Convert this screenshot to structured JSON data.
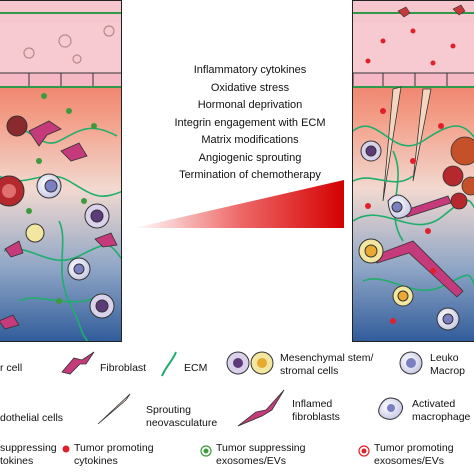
{
  "middle": {
    "factors": [
      "Inflammatory cytokines",
      "Oxidative stress",
      "Hormonal deprivation",
      "Integrin engagement with ECM",
      "Matrix modifications",
      "Angiogenic sprouting",
      "Termination of chemotherapy"
    ]
  },
  "legend": {
    "tumor_cell": "r cell",
    "fibroblast": "Fibroblast",
    "ecm": "ECM",
    "msc_line1": "Mesenchymal stem/",
    "msc_line2": "stromal cells",
    "leuko_line1": "Leuko",
    "leuko_line2": "Macrop",
    "endothelial": "dothelial cells",
    "sprouting_line1": "Sprouting",
    "sprouting_line2": "neovasculature",
    "inflamed_line1": "Inflamed",
    "inflamed_line2": "fibroblasts",
    "activated_line1": "Activated",
    "activated_line2": "macrophage",
    "suppressing_cyt_line1": "suppressing",
    "suppressing_cyt_line2": "tokines",
    "promoting_cyt_line1": "Tumor promoting",
    "promoting_cyt_line2": "cytokines",
    "suppressing_exo_line1": "Tumor suppressing",
    "suppressing_exo_line2": "exosomes/EVs",
    "promoting_exo_line1": "Tumor promoting",
    "promoting_exo_line2": "exosomes/EVs"
  },
  "colors": {
    "vessel_pink": "#f6c6cf",
    "endothelial_green": "#2f9a4a",
    "gradient_top": "#e8452f",
    "gradient_mid": "#f2c7b8",
    "gradient_bottom": "#2f5b9a",
    "ecm_green": "#1fae6b",
    "fibroblast_magenta": "#c43a7a",
    "red_dot": "#e0202a",
    "green_dot": "#3e9a3a"
  },
  "icons": {
    "tumor_cell": "tumor-cell-icon",
    "fibroblast": "fibroblast-icon",
    "ecm": "ecm-fiber-icon",
    "msc": "stromal-cell-icon",
    "leukocyte": "leukocyte-icon",
    "sprouting": "sprouting-vessel-icon",
    "inflamed_fibroblast": "inflamed-fibroblast-icon",
    "activated_macrophage": "activated-macrophage-icon",
    "suppressing_cytokine": "green-dot-icon",
    "promoting_cytokine": "red-dot-icon",
    "suppressing_exosome": "green-ring-dot-icon",
    "promoting_exosome": "red-ring-dot-icon"
  }
}
